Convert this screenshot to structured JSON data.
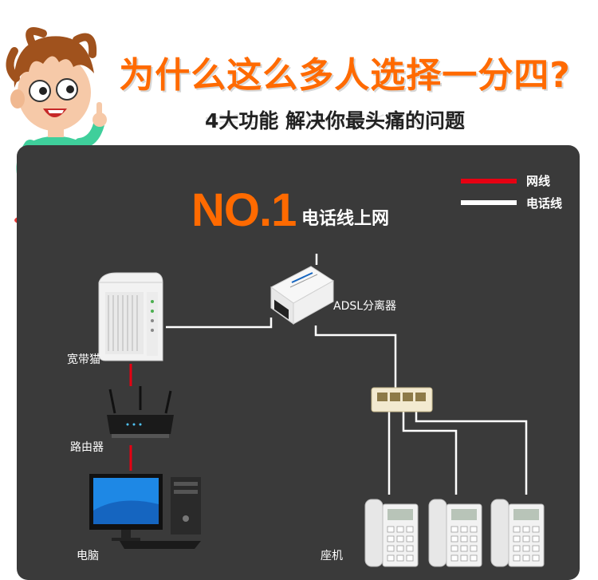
{
  "header": {
    "headline": "为什么这么多人选择一分四?",
    "subline": "4大功能 解决你最头痛的问题"
  },
  "section": {
    "number": "NO.1",
    "title": "电话线上网"
  },
  "legend": [
    {
      "label": "网线",
      "color": "#e60012"
    },
    {
      "label": "电话线",
      "color": "#ffffff"
    }
  ],
  "devices": {
    "modem": "宽带猫",
    "router": "路由器",
    "computer": "电脑",
    "splitter": "ADSL分离器",
    "phones": "座机"
  },
  "colors": {
    "accent": "#ff6a00",
    "panel": "#3a3a3a",
    "network_line": "#e60012",
    "phone_line": "#ffffff"
  }
}
